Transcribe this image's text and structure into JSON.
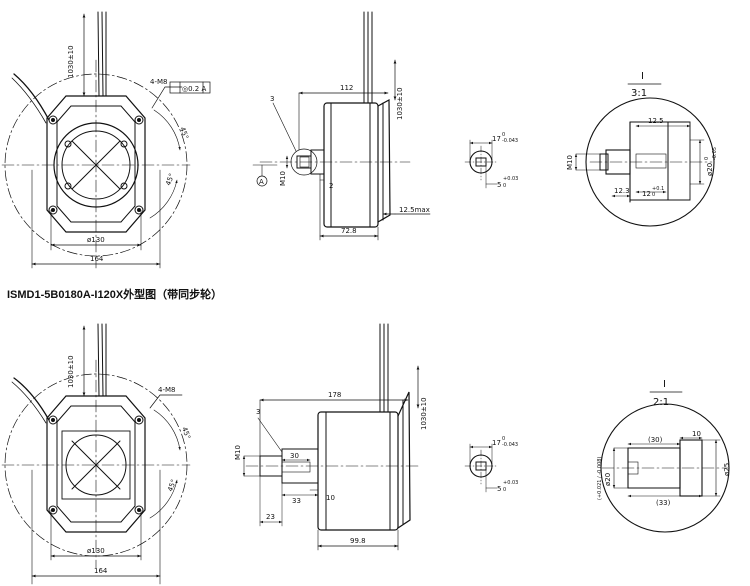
{
  "caption": "ISMD1-5B0180A-I120X外型图（带同步轮）",
  "top": {
    "front": {
      "lead_len": "1030±10",
      "screw": "4-M8",
      "tol": "◎0.2 A",
      "pcd": "ø130",
      "width": "164",
      "angle1": "45°",
      "angle2": "45°"
    },
    "side": {
      "length": "112",
      "lead_len": "1030±10",
      "thread": "M10",
      "note": "3",
      "datum": "A",
      "gap": "2",
      "body_len": "72.8",
      "max": "12.5max"
    },
    "key": {
      "width": "17",
      "width_tol_top": "0",
      "width_tol_bot": "-0.043",
      "depth": "5",
      "depth_tol_top": "+0.03",
      "depth_tol_bot": "0"
    },
    "detail": {
      "title": "I",
      "scale": "3:1",
      "thread": "M10",
      "len1": "12.5",
      "len2": "12.3",
      "len3": "12",
      "len3_tol_top": "+0.1",
      "len3_tol_bot": "0",
      "dia": "ø20",
      "dia_tol_top": "0",
      "dia_tol_bot": "-0.05"
    }
  },
  "bottom": {
    "front": {
      "lead_len": "1030±10",
      "screw": "4-M8",
      "pcd": "ø130",
      "width": "164",
      "angle1": "45°",
      "angle2": "45°"
    },
    "side": {
      "length": "178",
      "lead_len": "1030±10",
      "thread": "M10",
      "note": "3",
      "dim30": "30",
      "dim33": "33",
      "dim10": "10",
      "dim23": "23",
      "body_len": "99.8"
    },
    "key": {
      "width": "17",
      "width_tol_top": "0",
      "width_tol_bot": "-0.043",
      "depth": "5",
      "depth_tol_top": "+0.03",
      "depth_tol_bot": "0"
    },
    "detail": {
      "title": "I",
      "scale": "2:1",
      "dim30": "(30)",
      "dim10": "10",
      "dim33": "(33)",
      "dia1": "ø20",
      "dia1_tol": "(+0.021 / -0.008)",
      "dia2": "ø25"
    }
  }
}
